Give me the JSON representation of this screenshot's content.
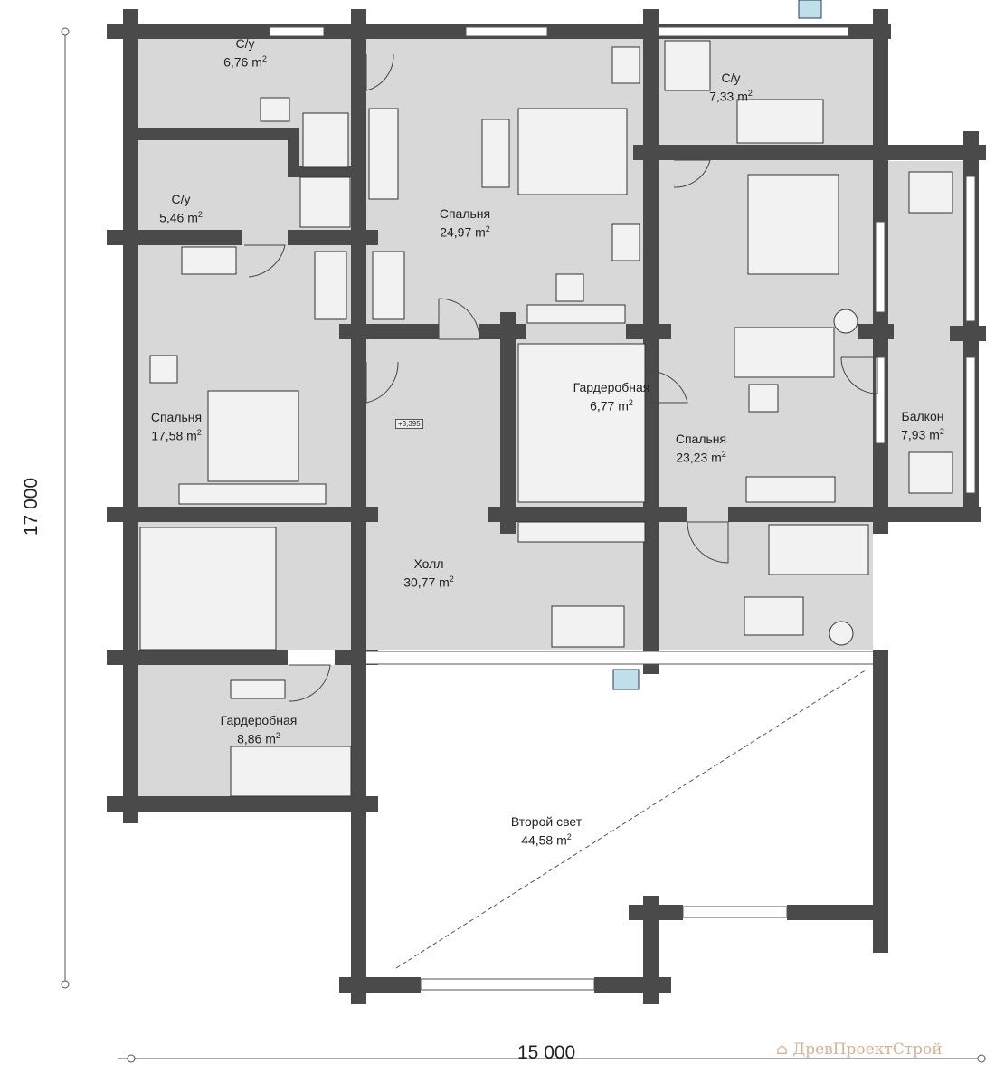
{
  "plan": {
    "rooms": [
      {
        "name": "С/у",
        "area": "6,76 m",
        "sup": "2"
      },
      {
        "name": "С/у",
        "area": "5,46 m",
        "sup": "2"
      },
      {
        "name": "Спальня",
        "area": "24,97 m",
        "sup": "2"
      },
      {
        "name": "С/у",
        "area": "7,33 m",
        "sup": "2"
      },
      {
        "name": "Спальня",
        "area": "17,58 m",
        "sup": "2"
      },
      {
        "name": "Гардеробная",
        "area": "6,77 m",
        "sup": "2"
      },
      {
        "name": "Спальня",
        "area": "23,23 m",
        "sup": "2"
      },
      {
        "name": "Балкон",
        "area": "7,93 m",
        "sup": "2"
      },
      {
        "name": "Холл",
        "area": "30,77 m",
        "sup": "2"
      },
      {
        "name": "Гардеробная",
        "area": "8,86 m",
        "sup": "2"
      },
      {
        "name": "Второй свет",
        "area": "44,58 m",
        "sup": "2"
      }
    ],
    "level_mark": "+3,395",
    "dim_height": "17 000",
    "dim_width": "15 000",
    "logo_text": "ДревПроектСтрой",
    "colors": {
      "wall": "#4a4a4a",
      "floor": "#d8d8d8",
      "second_light": "#ffffff"
    }
  }
}
